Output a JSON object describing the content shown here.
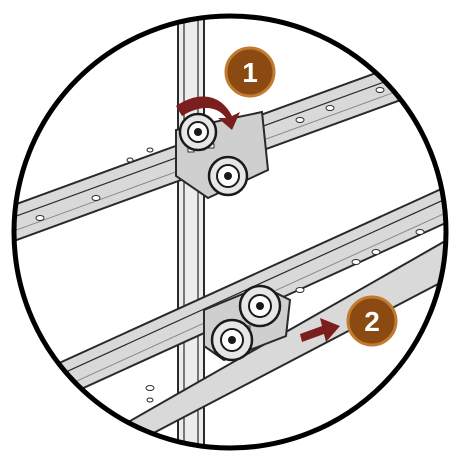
{
  "diagram": {
    "steps": [
      {
        "number": "1",
        "action": "rotate-latch"
      },
      {
        "number": "2",
        "action": "slide-rail"
      }
    ],
    "colors": {
      "badge_fill": "#8a4a12",
      "badge_stroke": "#c27a2e",
      "arrow": "#7a1e1e",
      "rail_fill": "#d9d9d9",
      "rail_stroke": "#2a2a2a",
      "post_fill": "#ececec",
      "outline": "#1a1a1a"
    }
  }
}
